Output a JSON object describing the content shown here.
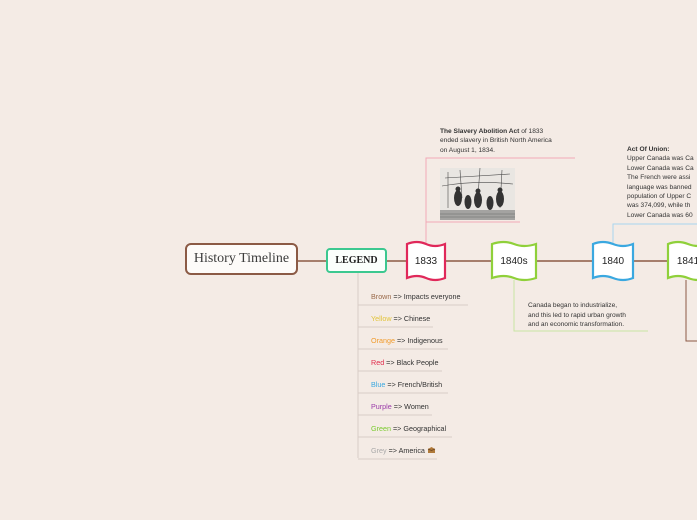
{
  "root": {
    "title": "History Timeline"
  },
  "legend": {
    "title": "LEGEND",
    "items": [
      {
        "color_word": "Brown",
        "meaning": " => Impacts everyone",
        "color": "#9a6a4a"
      },
      {
        "color_word": "Yellow",
        "meaning": " => Chinese",
        "color": "#e2c43a"
      },
      {
        "color_word": "Orange",
        "meaning": " => Indigenous",
        "color": "#f19a2a"
      },
      {
        "color_word": "Red",
        "meaning": " => Black People",
        "color": "#e02a4a"
      },
      {
        "color_word": "Blue",
        "meaning": " => French/British",
        "color": "#3aa8e0"
      },
      {
        "color_word": "Purple",
        "meaning": " => Women",
        "color": "#9a3aa8"
      },
      {
        "color_word": "Green",
        "meaning": " => Geographical",
        "color": "#7acb2e"
      },
      {
        "color_word": "Grey",
        "meaning": " => America",
        "color": "#a9a9a9"
      }
    ]
  },
  "timeline": [
    {
      "label": "1833",
      "color": "#e0285a"
    },
    {
      "label": "1840s",
      "color": "#8fd03a"
    },
    {
      "label": "1840",
      "color": "#3aa8e0"
    },
    {
      "label": "1841",
      "color": "#8fd03a"
    }
  ],
  "notes": {
    "slavery": {
      "title": "The Slavery Abolition Act",
      "title_suffix": " of 1833",
      "line2": " ended slavery in British North America",
      "line3": "on August 1, 1834."
    },
    "industrial": {
      "lines": [
        "Canada began to industrialize,",
        "and this led to rapid urban growth",
        "and an economic transformation."
      ]
    },
    "union": {
      "title": "Act Of Union:",
      "lines": [
        "Upper Canada was Ca",
        "Lower Canada was Ca",
        "The French were assi",
        "language was banned",
        "population of Upper C",
        "was 374,099, while th",
        "Lower Canada was 60"
      ]
    }
  }
}
